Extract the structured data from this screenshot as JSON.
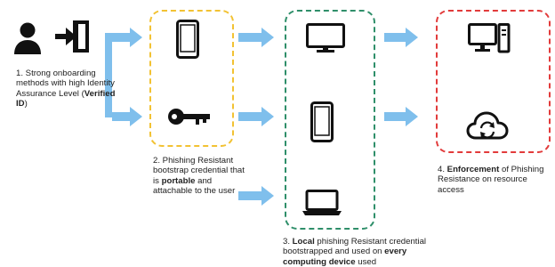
{
  "steps": {
    "step1": {
      "prefix": "1. Strong onboarding methods with high Identity Assurance Level (",
      "bold": "Verified ID",
      "suffix": ")"
    },
    "step2": {
      "prefix": "2. Phishing Resistant bootstrap credential that is ",
      "bold": "portable",
      "suffix": " and attachable to the user"
    },
    "step3": {
      "prefix": "3. ",
      "bold1": "Local",
      "middle": " phishing Resistant credential bootstrapped and used on ",
      "bold2": "every computing device",
      "suffix": " used"
    },
    "step4": {
      "prefix": "4. ",
      "bold": "Enforcement",
      "suffix": " of Phishing Resistance on resource access"
    }
  },
  "colors": {
    "arrow": "#7fbfec",
    "icon": "#111111",
    "box_step2": "#f2c233",
    "box_step3": "#2f8f6a",
    "box_step4": "#e23b3b"
  },
  "icons": [
    "user-icon",
    "sign-in-icon",
    "mobile-phone-icon",
    "key-icon",
    "monitor-icon",
    "laptop-icon",
    "desktop-pc-icon",
    "cloud-sync-icon"
  ]
}
